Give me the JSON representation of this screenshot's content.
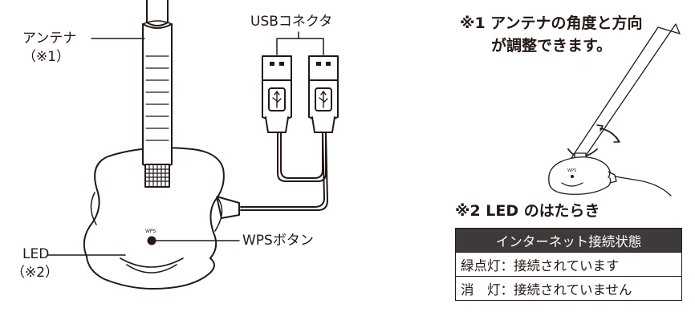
{
  "labels": {
    "antenna": "アンテナ",
    "antenna_note": "（※1）",
    "usb": "USBコネクタ",
    "led": "LED",
    "led_note": "（※2）",
    "wps_button": "WPSボタン",
    "wps_mark": "WPS",
    "wps_mark_small": "WPS"
  },
  "note1": {
    "line1": "※1 アンテナの角度と方向",
    "line2": "が調整できます。"
  },
  "note2": {
    "title": "※2 LED のはたらき"
  },
  "led_table": {
    "header": "インターネット接続状態",
    "rows": [
      "緑点灯：接続されています",
      "消　灯：接続されていません"
    ]
  }
}
